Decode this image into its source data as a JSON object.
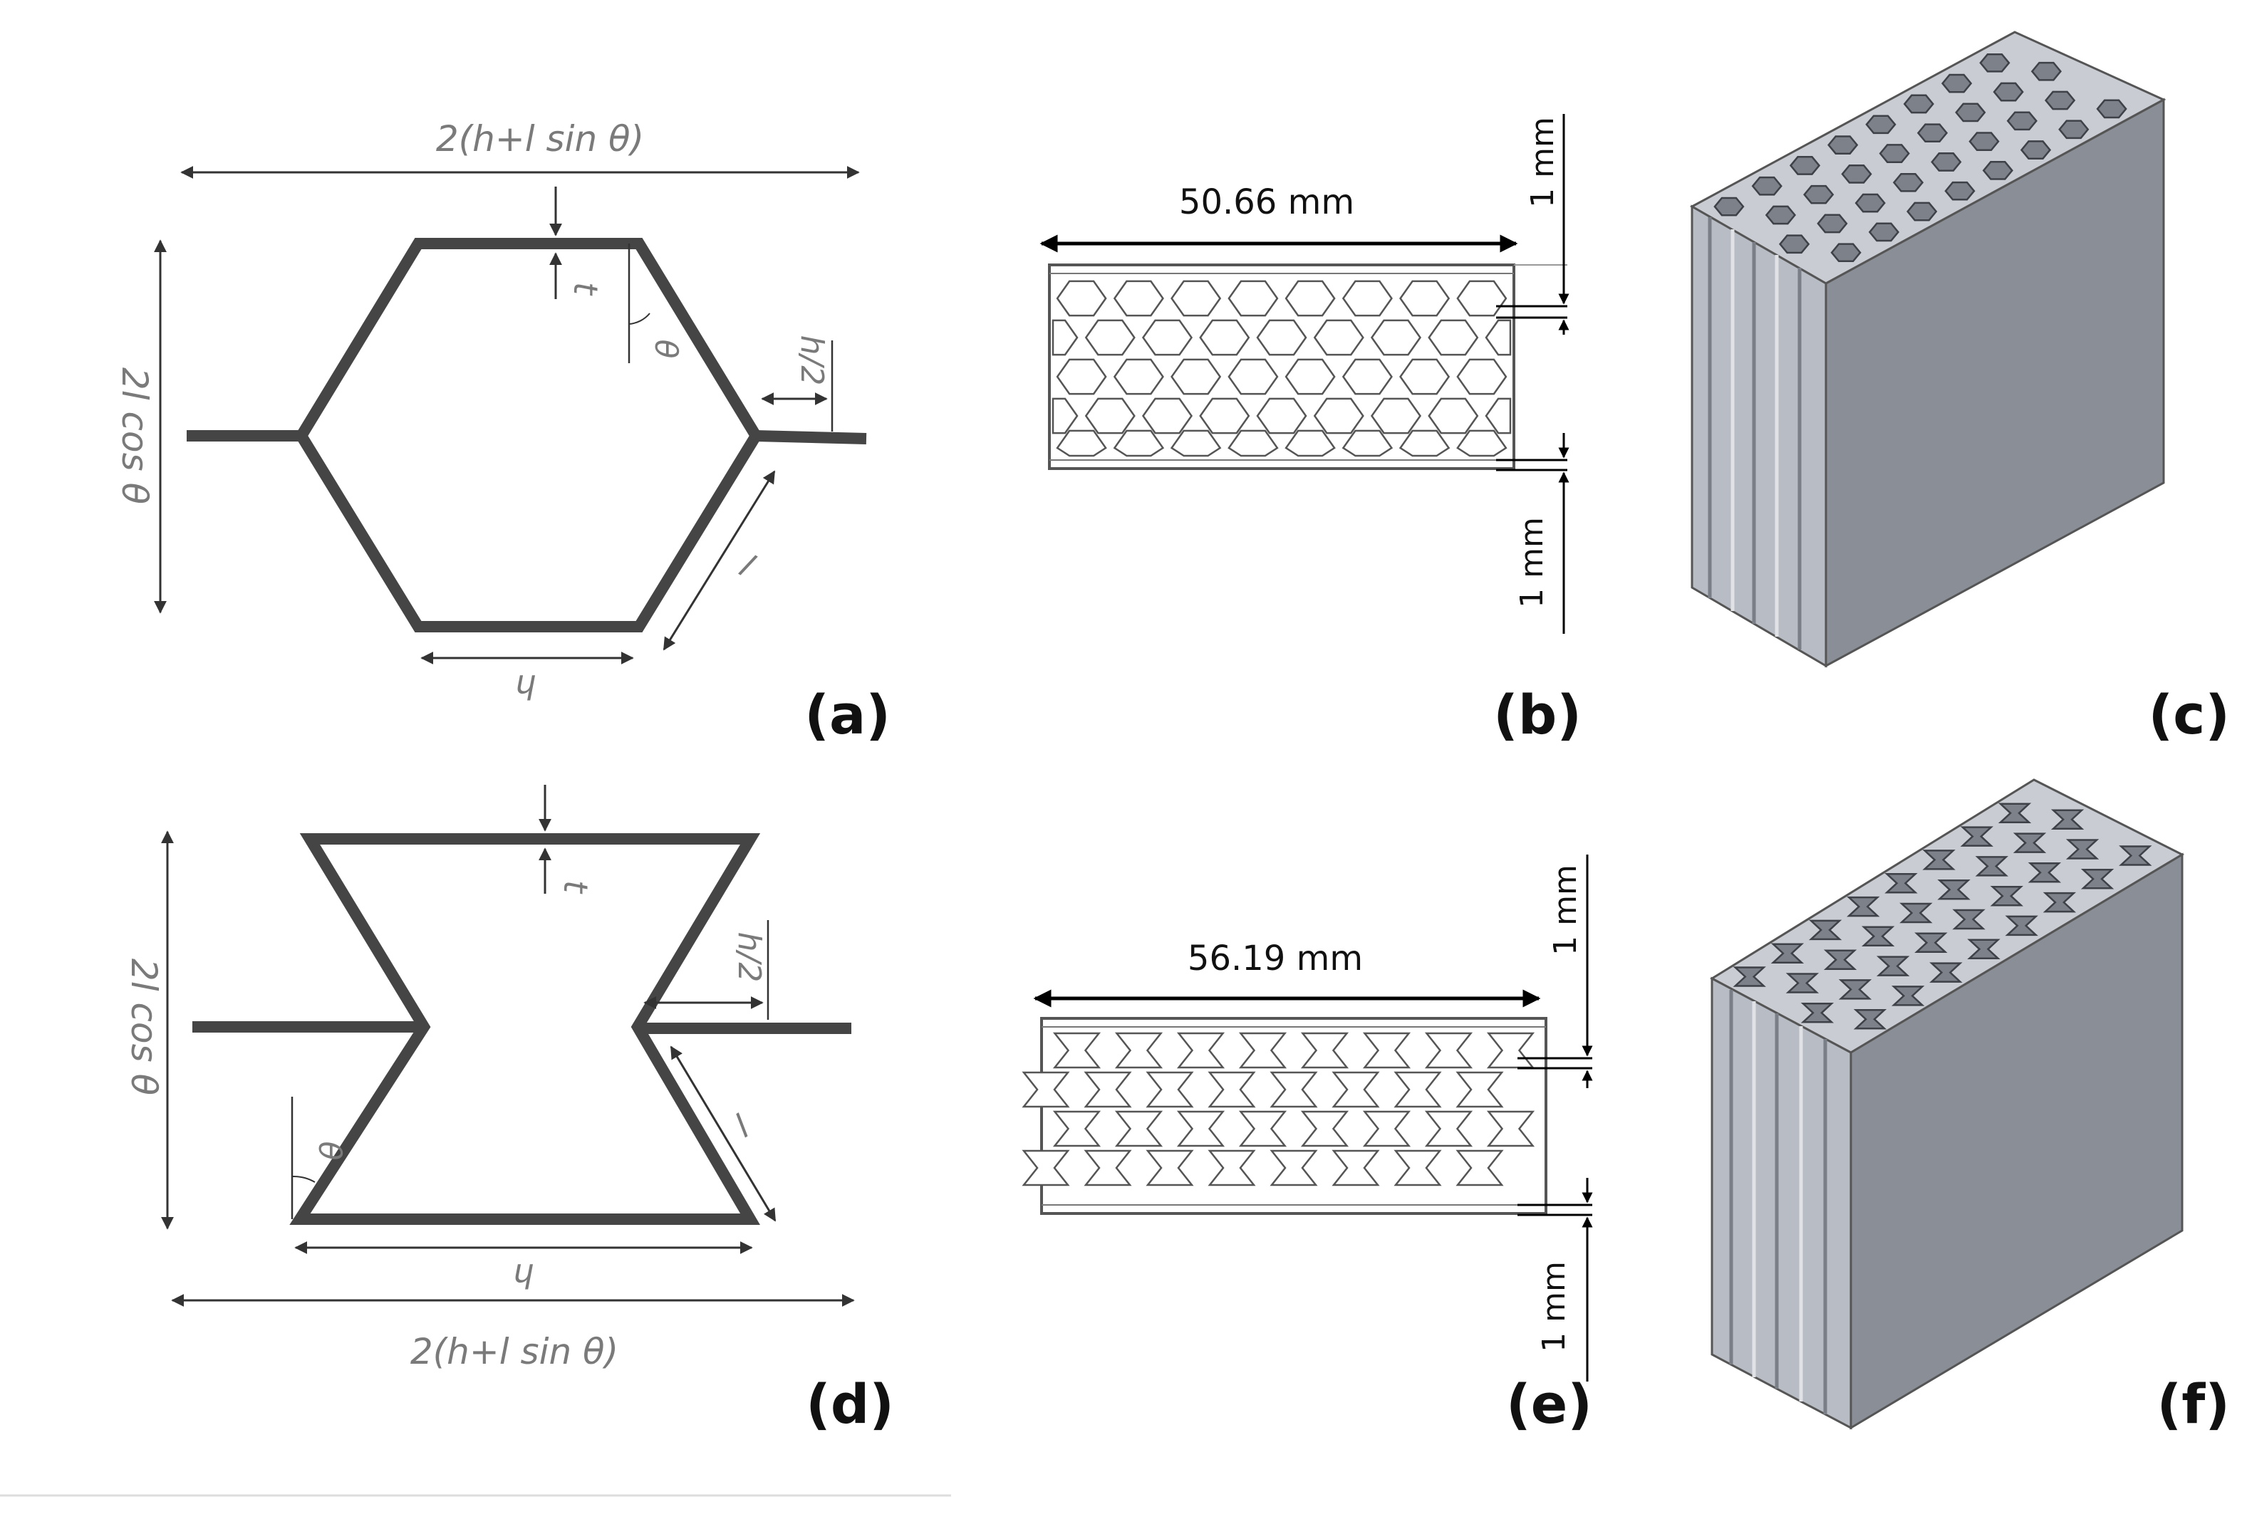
{
  "panels": {
    "a": {
      "tag": "(a)",
      "width_label": "2(h+l sin θ)",
      "height_label": "2l cos θ",
      "t_label": "t",
      "theta_label": "θ",
      "half_h_label": "h/2",
      "l_label": "l",
      "h_label": "h"
    },
    "b": {
      "tag": "(b)",
      "length_label": "50.66 mm",
      "top_skin_label": "1 mm",
      "bottom_skin_label": "1 mm"
    },
    "c": {
      "tag": "(c)"
    },
    "d": {
      "tag": "(d)",
      "width_label": "2(h+l sin θ)",
      "height_label": "2l cos θ",
      "t_label": "t",
      "theta_label": "θ",
      "half_h_label": "h/2",
      "l_label": "l",
      "h_label": "h"
    },
    "e": {
      "tag": "(e)",
      "length_label": "56.19 mm",
      "top_skin_label": "1 mm",
      "bottom_skin_label": "1 mm"
    },
    "f": {
      "tag": "(f)"
    }
  },
  "colors": {
    "cell_wall": "#454545",
    "dimension_text": "#7a7a7a",
    "solid_face": "#8a8e96",
    "solid_side": "#b8bcc4"
  }
}
